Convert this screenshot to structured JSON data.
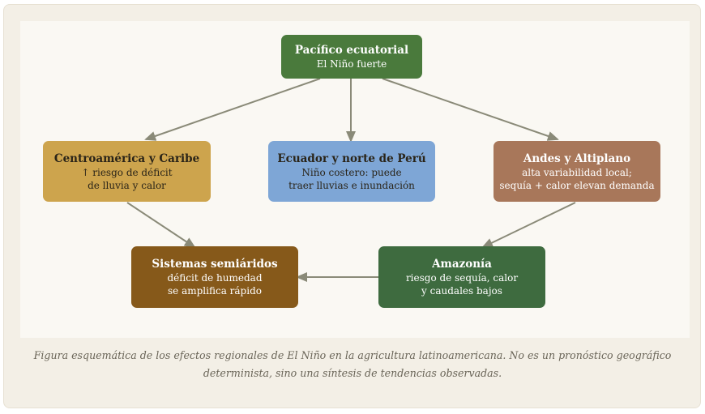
{
  "nodes": {
    "pacifico": {
      "title": "Pacífico ecuatorial",
      "subtitle": "El Niño fuerte",
      "color": "#4a7a3c"
    },
    "centroamerica": {
      "title": "Centroamérica y Caribe",
      "subtitle": "↑ riesgo de déficit\nde lluvia y calor",
      "color": "#cda44d"
    },
    "ecuador": {
      "title": "Ecuador y norte de Perú",
      "subtitle": "Niño costero: puede\ntraer lluvias e inundación",
      "color": "#7ea6d6"
    },
    "andes": {
      "title": "Andes y Altiplano",
      "subtitle": "alta variabilidad local;\nsequía + calor elevan demanda",
      "color": "#a8775a"
    },
    "semiaridos": {
      "title": "Sistemas semiáridos",
      "subtitle": "déficit de humedad\nse amplifica rápido",
      "color": "#86591a"
    },
    "amazonia": {
      "title": "Amazonía",
      "subtitle": "riesgo de sequía, calor\ny caudales bajos",
      "color": "#3e6b3f"
    }
  },
  "edges": [
    {
      "from": "pacifico",
      "to": "centroamerica"
    },
    {
      "from": "pacifico",
      "to": "ecuador"
    },
    {
      "from": "pacifico",
      "to": "andes"
    },
    {
      "from": "centroamerica",
      "to": "semiaridos"
    },
    {
      "from": "andes",
      "to": "amazonia"
    },
    {
      "from": "amazonia",
      "to": "semiaridos"
    }
  ],
  "caption": "Figura esquemática de los efectos regionales de El Niño en la agricultura latinoamericana. No es un pronóstico geográfico determinista, sino una síntesis de tendencias observadas."
}
